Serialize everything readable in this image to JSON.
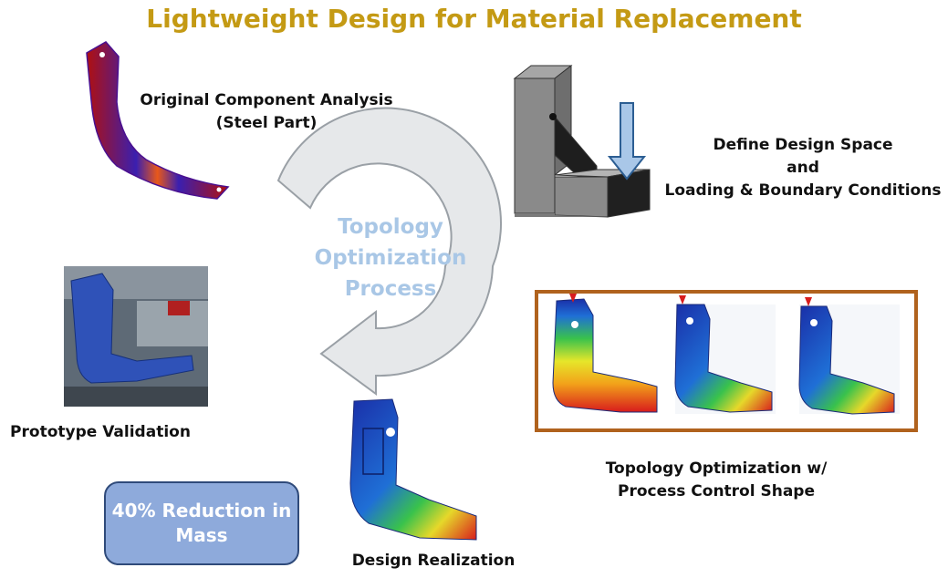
{
  "title": "Lightweight Design for Material Replacement",
  "center": {
    "line1": "Topology",
    "line2": "Optimization",
    "line3": "Process"
  },
  "steps": {
    "original": {
      "line1": "Original Component Analysis",
      "line2": "(Steel Part)"
    },
    "define": {
      "line1": "Define Design Space",
      "line2": "and",
      "line3": "Loading & Boundary  Conditions"
    },
    "topology": {
      "line1": "Topology Optimization w/",
      "line2": "Process Control Shape"
    },
    "realization": {
      "line1": "Design Realization"
    },
    "prototype": {
      "line1": "Prototype Validation"
    }
  },
  "callout": {
    "line1": "40% Reduction in",
    "line2": "Mass"
  },
  "colors": {
    "title": "#c49a14",
    "center_text": "#a9c7e6",
    "callout_fill": "#8eaadb",
    "frame": "#b0621d",
    "cycle_arrow": "#e6e8ea"
  }
}
